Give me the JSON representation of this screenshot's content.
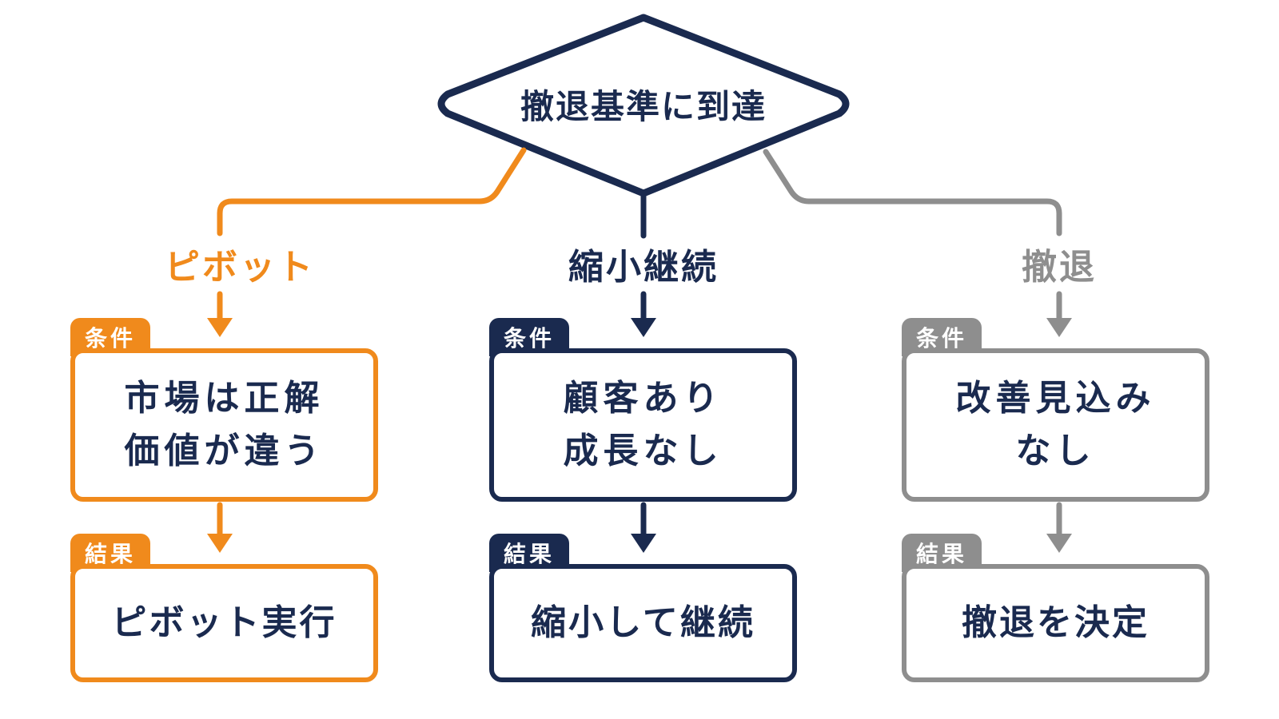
{
  "decision": {
    "label": "撤退基準に到達"
  },
  "colors": {
    "orange": "#f08a1c",
    "navy": "#1a2a4f",
    "gray": "#8e8e8e"
  },
  "branches": [
    {
      "label": "ピボット",
      "condition_tag": "条件",
      "condition_lines": [
        "市場は正解",
        "価値が違う"
      ],
      "result_tag": "結果",
      "result": "ピボット実行"
    },
    {
      "label": "縮小継続",
      "condition_tag": "条件",
      "condition_lines": [
        "顧客あり",
        "成長なし"
      ],
      "result_tag": "結果",
      "result": "縮小して継続"
    },
    {
      "label": "撤退",
      "condition_tag": "条件",
      "condition_lines": [
        "改善見込み",
        "なし"
      ],
      "result_tag": "結果",
      "result": "撤退を決定"
    }
  ]
}
